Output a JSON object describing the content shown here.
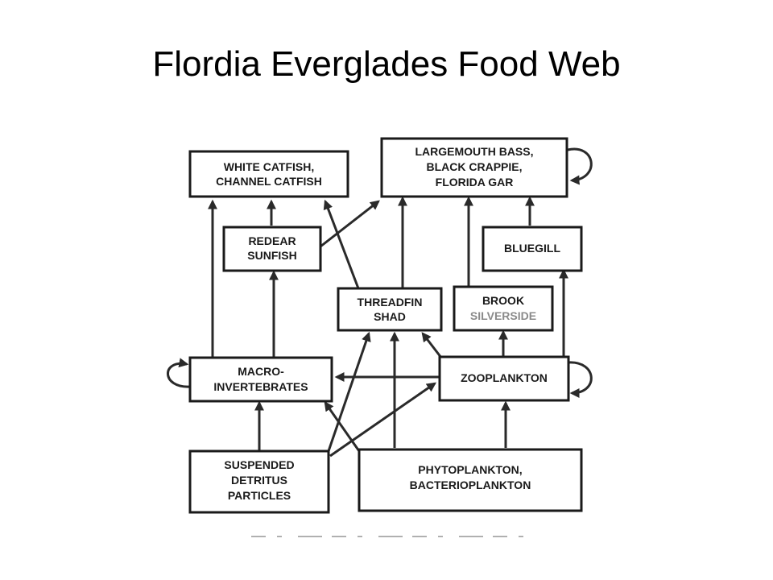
{
  "title": "Flordia Everglades Food Web",
  "nodes": {
    "catfish": [
      "WHITE CATFISH,",
      "CHANNEL CATFISH"
    ],
    "bass": [
      "LARGEMOUTH BASS,",
      "BLACK CRAPPIE,",
      "FLORIDA GAR"
    ],
    "redear": [
      "REDEAR",
      "SUNFISH"
    ],
    "bluegill": [
      "BLUEGILL"
    ],
    "shad": [
      "THREADFIN",
      "SHAD"
    ],
    "silverside": [
      "BROOK",
      "SILVERSIDE"
    ],
    "macro": [
      "MACRO-",
      "INVERTEBRATES"
    ],
    "zoo": [
      "ZOOPLANKTON"
    ],
    "detritus": [
      "SUSPENDED",
      "DETRITUS",
      "PARTICLES"
    ],
    "phyto": [
      "PHYTOPLANKTON,",
      "BACTERIOPLANKTON"
    ]
  },
  "colors": {
    "ink": "#1a1a1a",
    "gray_text": "#8a8a8a"
  }
}
